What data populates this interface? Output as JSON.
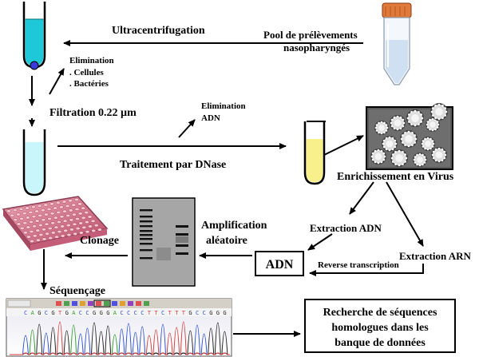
{
  "labels": {
    "ultracentrifugation": "Ultracentrifugation",
    "pool_line1": "Pool de prélèvements",
    "pool_line2": "nasopharyngés",
    "elimination1_title": "Elimination",
    "elimination1_item1": ". Cellules",
    "elimination1_item2": ". Bactéries",
    "filtration": "Filtration 0.22 µm",
    "elimination2_title": "Elimination",
    "elimination2_item": "ADN",
    "dnase": "Traitement par DNase",
    "enrichissement": "Enrichissement en Virus",
    "amplification_line1": "Amplification",
    "amplification_line2": "aléatoire",
    "clonage": "Clonage",
    "extraction_adn": "Extraction ADN",
    "extraction_arn": "Extraction ARN",
    "adn_box": "ADN",
    "reverse_transcription": "Reverse transcription",
    "sequencage": "Séquençage",
    "recherche_line1": "Recherche de séquences",
    "recherche_line2": "homologues dans les",
    "recherche_line3": "banque de données"
  },
  "chromatogram_bases": [
    "C",
    "A",
    "G",
    "C",
    "G",
    "T",
    "G",
    "A",
    "C",
    "C",
    "G",
    "G",
    "G",
    "A",
    "C",
    "C",
    "C",
    "C",
    "T",
    "T",
    "C",
    "T",
    "T",
    "T",
    "G",
    "C",
    "C",
    "G",
    "G",
    "G"
  ],
  "colors": {
    "tube_cyan": "#1ec8d8",
    "tube_light_cyan": "#c8f6fa",
    "tube_yellow": "#f8f08a",
    "plate_pink": "#d9728a",
    "gel_gray": "#b3b3b3"
  }
}
